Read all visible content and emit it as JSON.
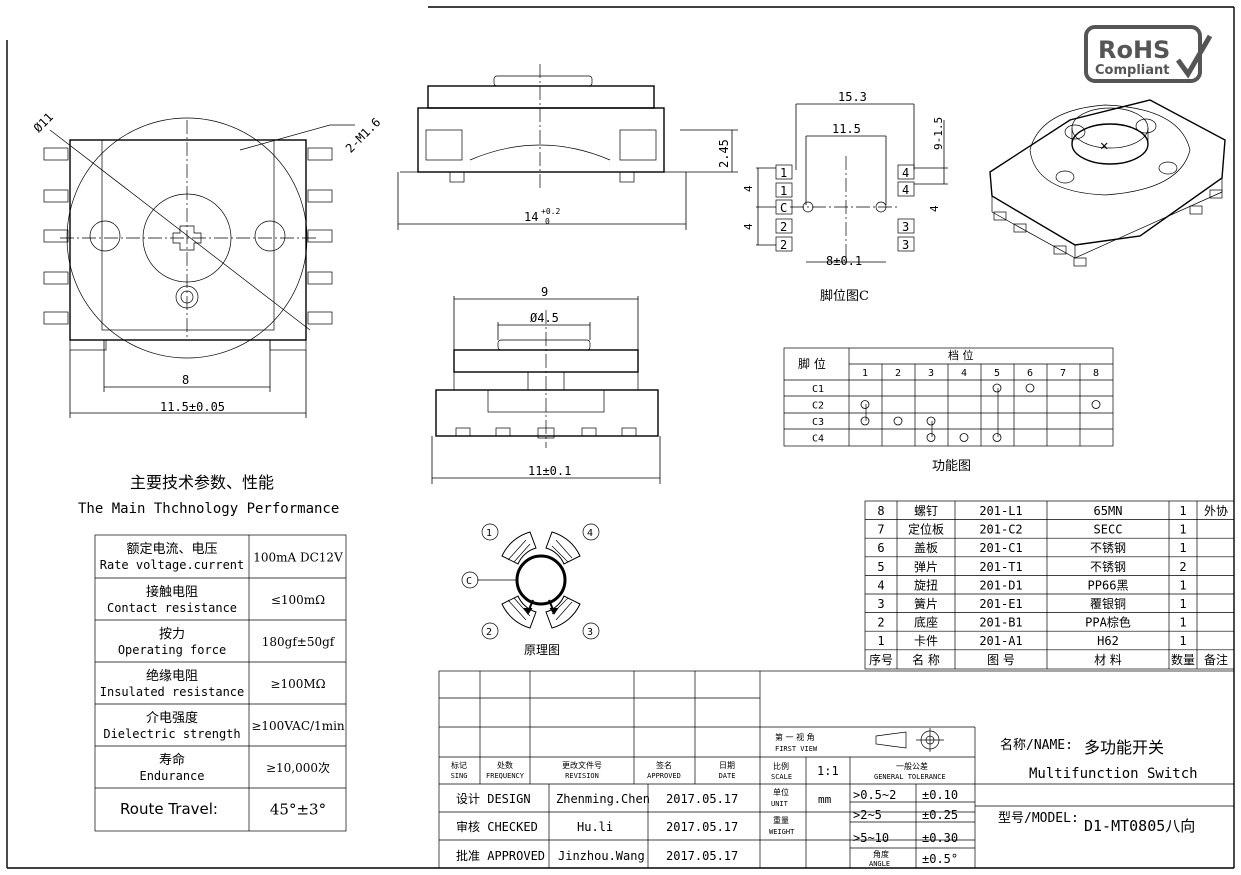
{
  "rohs": {
    "line1": "RoHS",
    "line2": "Compliant"
  },
  "top_view": {
    "dia": "Ø11",
    "screw": "2-M1.6",
    "dim8": "8",
    "dim115": "11.5±0.05"
  },
  "side_view": {
    "dim14": "14",
    "tol_up": "+0.2",
    "tol_dn": "0",
    "dim245": "2.45"
  },
  "pin_view": {
    "dim153": "15.3",
    "dim115": "11.5",
    "dim915": "9-1.5",
    "dim8": "8±0.1",
    "left_pins": [
      "1",
      "1",
      "C",
      "2",
      "2"
    ],
    "right_pins": [
      "4",
      "4",
      "3",
      "3"
    ],
    "dim4a": "4",
    "dim4b": "4",
    "dim4c": "4",
    "caption": "脚位图C"
  },
  "front_view": {
    "dim9": "9",
    "dim45": "Ø4.5",
    "dim11": "11±0.1"
  },
  "function_table": {
    "pin_header": "脚 位",
    "pos_header": "档 位",
    "cols": [
      "1",
      "2",
      "3",
      "4",
      "5",
      "6",
      "7",
      "8"
    ],
    "rows": [
      "C1",
      "C2",
      "C3",
      "C4"
    ],
    "caption": "功能图"
  },
  "specs": {
    "title_cn": "主要技术参数、性能",
    "title_en": "The Main Thchnology Performance",
    "rows": [
      {
        "cn": "额定电流、电压",
        "en": "Rate voltage.current",
        "val": "100mA DC12V"
      },
      {
        "cn": "接触电阻",
        "en": "Contact resistance",
        "val": "≤100mΩ"
      },
      {
        "cn": "按力",
        "en": "Operating force",
        "val": "180gf±50gf"
      },
      {
        "cn": "绝缘电阻",
        "en": "Insulated resistance",
        "val": "≥100MΩ"
      },
      {
        "cn": "介电强度",
        "en": "Dielectric strength",
        "val": "≥100VAC/1min"
      },
      {
        "cn": "寿命",
        "en": "Endurance",
        "val": "≥10,000次"
      },
      {
        "cn": "Route Travel:",
        "en": "",
        "val": "45°±3°"
      }
    ]
  },
  "schematic": {
    "labels": [
      "1",
      "4",
      "C",
      "2",
      "3"
    ],
    "caption": "原理图"
  },
  "bom": {
    "rows": [
      {
        "no": "8",
        "name": "螺钉",
        "code": "201-L1",
        "mat": "65MN",
        "qty": "1",
        "note": "外协"
      },
      {
        "no": "7",
        "name": "定位板",
        "code": "201-C2",
        "mat": "SECC",
        "qty": "1",
        "note": ""
      },
      {
        "no": "6",
        "name": "盖板",
        "code": "201-C1",
        "mat": "不锈钢",
        "qty": "1",
        "note": ""
      },
      {
        "no": "5",
        "name": "弹片",
        "code": "201-T1",
        "mat": "不锈钢",
        "qty": "2",
        "note": ""
      },
      {
        "no": "4",
        "name": "旋扭",
        "code": "201-D1",
        "mat": "PP66黑",
        "qty": "1",
        "note": ""
      },
      {
        "no": "3",
        "name": "簧片",
        "code": "201-E1",
        "mat": "覆银铜",
        "qty": "1",
        "note": ""
      },
      {
        "no": "2",
        "name": "底座",
        "code": "201-B1",
        "mat": "PPA棕色",
        "qty": "1",
        "note": ""
      },
      {
        "no": "1",
        "name": "卡件",
        "code": "201-A1",
        "mat": "H62",
        "qty": "1",
        "note": ""
      }
    ],
    "header": {
      "no": "序号",
      "name": "名 称",
      "code": "图 号",
      "mat": "材 料",
      "qty": "数量",
      "note": "备注"
    }
  },
  "title_block": {
    "rev_headers": [
      {
        "cn": "标记",
        "en": "SING"
      },
      {
        "cn": "处数",
        "en": "FREQUENCY"
      },
      {
        "cn": "更改文件号",
        "en": "REVISION"
      },
      {
        "cn": "签名",
        "en": "APPROVED"
      },
      {
        "cn": "日期",
        "en": "DATE"
      }
    ],
    "design_lbl": "设计 DESIGN",
    "designer": "Zhenming.Chen",
    "design_date": "2017.05.17",
    "check_lbl": "审核 CHECKED",
    "checker": "Hu.li",
    "check_date": "2017.05.17",
    "approve_lbl": "批准 APPROVED",
    "approver": "Jinzhou.Wang",
    "approve_date": "2017.05.17",
    "view_cn": "第 一 视 角",
    "view_en": "FIRST VIEW",
    "scale_cn": "比例",
    "scale_en": "SCALE",
    "scale": "1:1",
    "tol_cn": "一般公差",
    "tol_en": "GENERAL TOLERANCE",
    "unit_cn": "单位",
    "unit_en": "UNIT",
    "unit": "mm",
    "weight_cn": "重量",
    "weight_en": "WEIGHT",
    "angle_cn": "角度",
    "angle_en": "ANGLE",
    "tols": [
      {
        "range": ">0.5~2",
        "val": "±0.10"
      },
      {
        "range": ">2~5",
        "val": "±0.25"
      },
      {
        "range": ">5~10",
        "val": "±0.30"
      }
    ],
    "angle_tol": "±0.5°",
    "name_label": "名称/NAME:",
    "name_cn": "多功能开关",
    "name_en": "Multifunction Switch",
    "model_label": "型号/MODEL:",
    "model": "D1-MT0805八向"
  }
}
